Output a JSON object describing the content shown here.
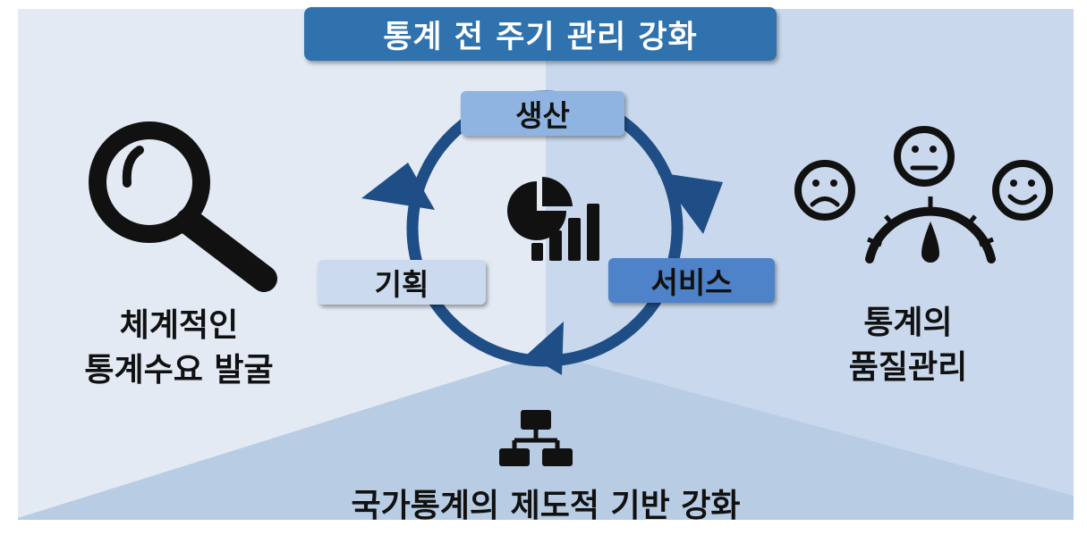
{
  "title": "통계 전 주기 관리 강화",
  "cycle": {
    "production": "생산",
    "planning": "기획",
    "service": "서비스"
  },
  "left": {
    "line1": "체계적인",
    "line2": "통계수요 발굴"
  },
  "right": {
    "line1": "통계의",
    "line2": "품질관리"
  },
  "bottom": "국가통계의 제도적 기반 강화",
  "icons": {
    "left": "magnifying-glass-icon",
    "center": "pie-bar-chart-icon",
    "right": "satisfaction-gauge-icon",
    "bottom": "org-chart-icon"
  },
  "colors": {
    "title_bg": "#2f72ad",
    "cycle_arrow": "#1f4e86",
    "box_production": "#8fb4e1",
    "box_planning": "#ccdaef",
    "box_service": "#4e82c9",
    "bg_light": "#e3eaf4",
    "bg_mid": "#c9d8ec",
    "bg_bottom": "#b8cde3"
  }
}
